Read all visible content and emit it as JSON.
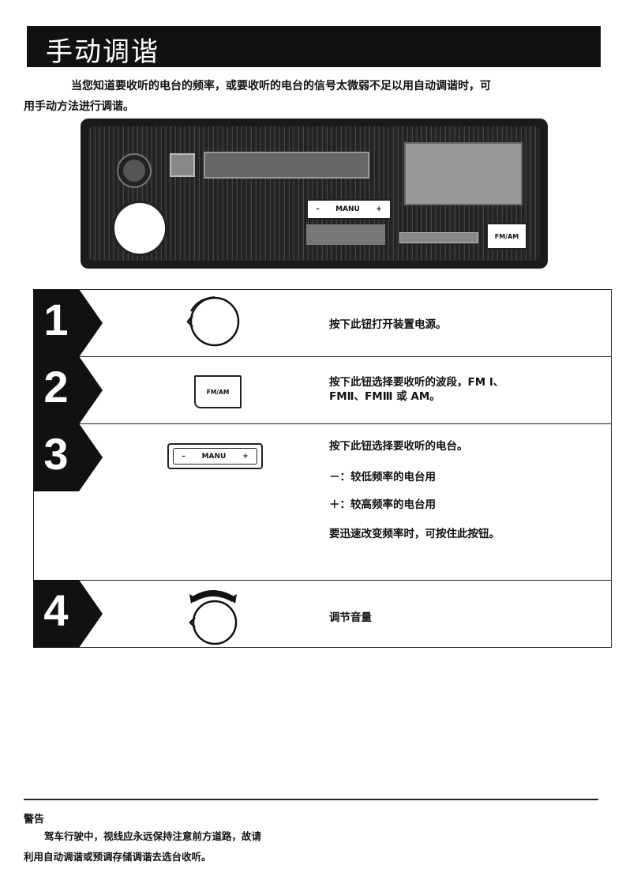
{
  "title": "手动调谐",
  "intro": {
    "line1": "当您知道要收听的电台的频率，或要收听的电台的信号太微弱不足以用自动调谐时，可",
    "line2": "用手动方法进行调谐。"
  },
  "radio": {
    "manu_minus": "–",
    "manu_label": "MANU",
    "manu_plus": "+",
    "fmam_label": "FM/AM"
  },
  "steps": [
    {
      "number": "1",
      "text": "按下此钮打开装置电源。"
    },
    {
      "number": "2",
      "icon_label": "FM/AM",
      "text_l1": "按下此钮选择要收听的波段，FM Ⅰ、",
      "text_l2": "FMⅡ、FMⅢ 或 AM。"
    },
    {
      "number": "3",
      "icon_minus": "–",
      "icon_label": "MANU",
      "icon_plus": "+",
      "text_l1": "按下此钮选择要收听的电台。",
      "text_l2": "－：较低频率的电台用",
      "text_l3": "＋：较高频率的电台用",
      "text_l4": "要迅速改变频率时，可按住此按钮。"
    },
    {
      "number": "4",
      "text": "调节音量"
    }
  ],
  "warning": {
    "title": "警告",
    "line1": "驾车行驶中，视线应永远保持注意前方道路，故请",
    "line2": "利用自动调谐或预调存储调谐去选台收听。"
  }
}
